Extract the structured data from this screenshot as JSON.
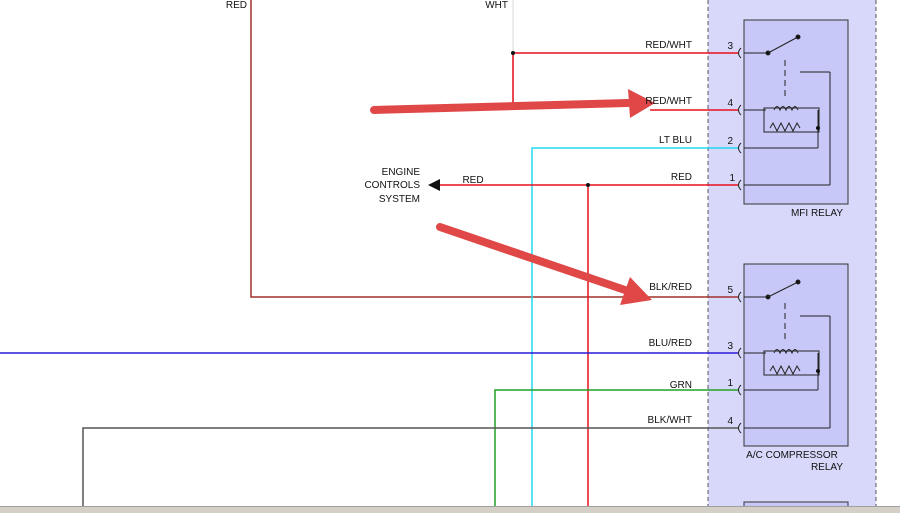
{
  "colors": {
    "red": "#e8101b",
    "dark_red": "#a0302a",
    "light_blue": "#22d8f0",
    "blue": "#2a1ad8",
    "green": "#22a022",
    "grey": "#555555",
    "panel": "#d8d8fa",
    "arrow": "#e04848"
  },
  "top_labels": {
    "red": "RED",
    "wht": "WHT"
  },
  "engine_controls": {
    "line1": "ENGINE",
    "line2": "CONTROLS",
    "line3": "SYSTEM",
    "wire_label": "RED"
  },
  "mfi_relay": {
    "name": "MFI RELAY",
    "pins": [
      {
        "num": "3",
        "wire": "RED/WHT"
      },
      {
        "num": "4",
        "wire": "RED/WHT"
      },
      {
        "num": "2",
        "wire": "LT BLU"
      },
      {
        "num": "1",
        "wire": "RED"
      }
    ]
  },
  "ac_relay": {
    "name_line1": "A/C COMPRESSOR",
    "name_line2": "RELAY",
    "pins": [
      {
        "num": "5",
        "wire": "BLK/RED"
      },
      {
        "num": "3",
        "wire": "BLU/RED"
      },
      {
        "num": "1",
        "wire": "GRN"
      },
      {
        "num": "4",
        "wire": "BLK/WHT"
      }
    ]
  }
}
